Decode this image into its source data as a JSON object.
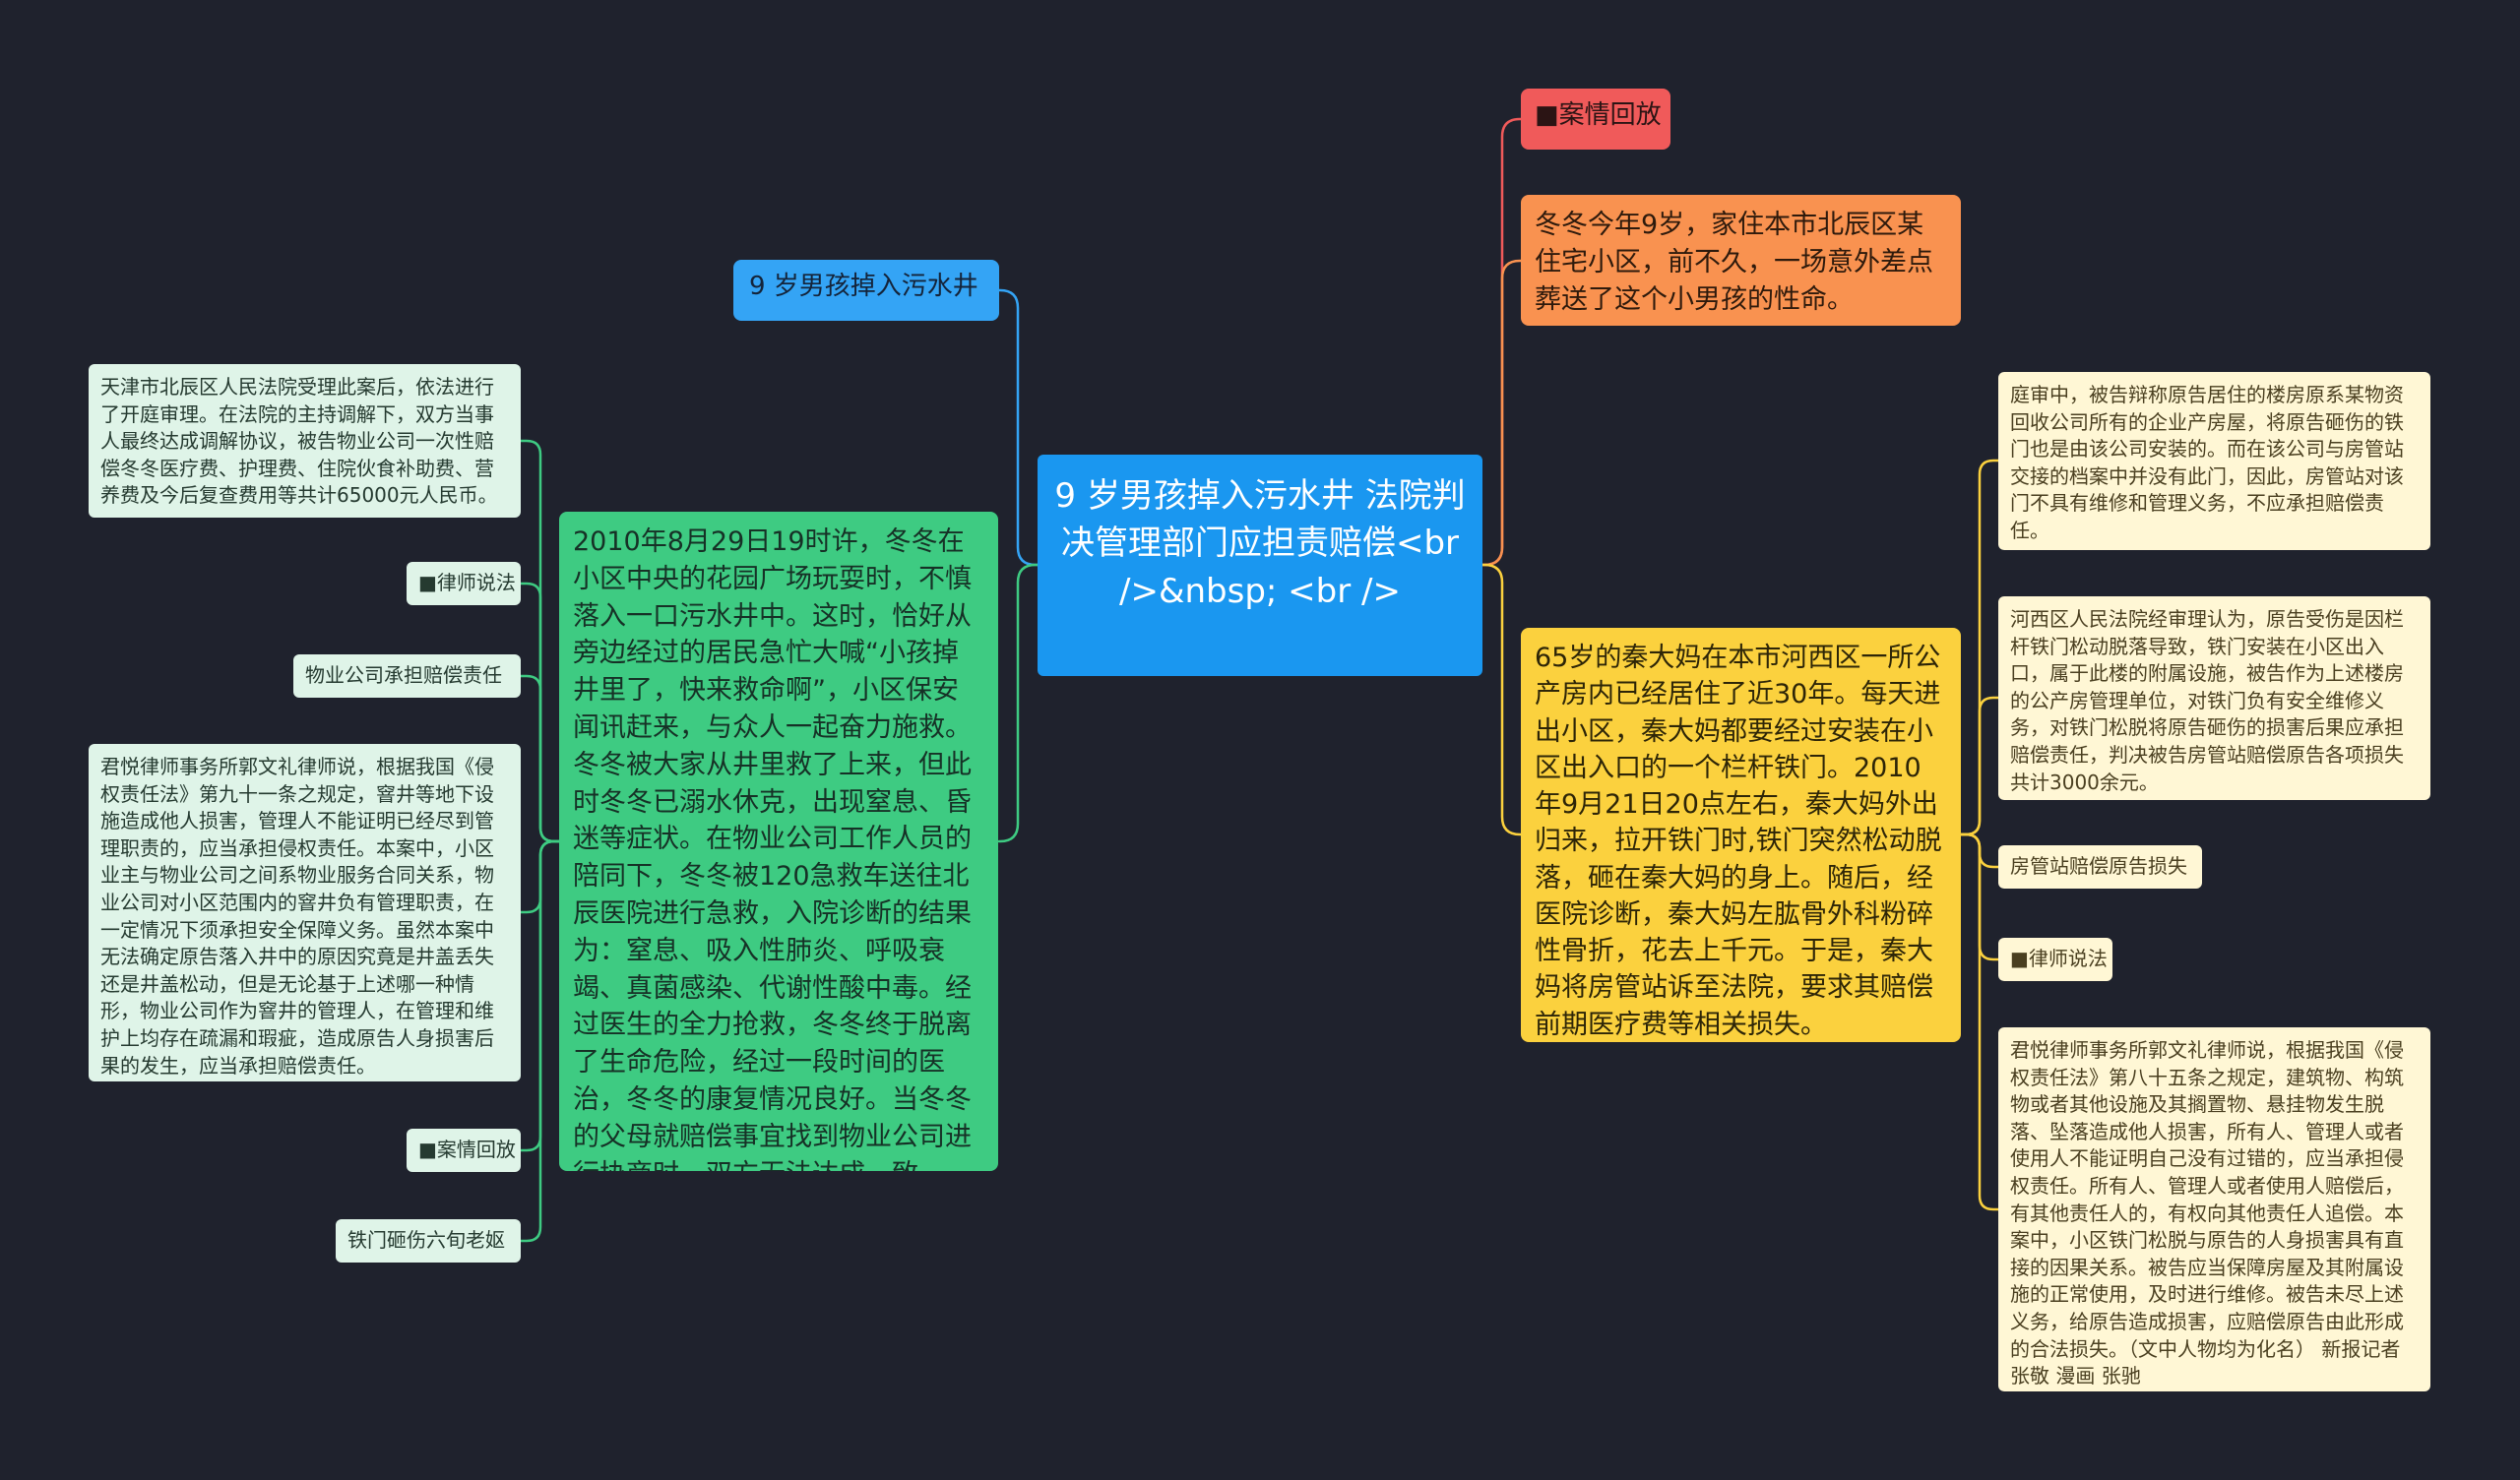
{
  "central": "9 岁男孩掉入污水井 法院判决管理部门应担责赔偿<br />&nbsp; <br />",
  "colors": {
    "background": "#1f222d",
    "central": "#1a97f0",
    "blue": "#34a4f5",
    "green": "#3ecb82",
    "mint": "#dff4e8",
    "red": "#f05a5a",
    "orange": "#f99250",
    "yellow": "#fbd13e",
    "cream": "#fff7d5"
  },
  "left": {
    "topic": "9 岁男孩掉入污水井",
    "story": "2010年8月29日19时许，冬冬在小区中央的花园广场玩耍时，不慎落入一口污水井中。这时，恰好从旁边经过的居民急忙大喊“小孩掉井里了，快来救命啊”，小区保安闻讯赶来，与众人一起奋力施救。冬冬被大家从井里救了上来，但此时冬冬已溺水休克，出现窒息、昏迷等症状。在物业公司工作人员的陪同下，冬冬被120急救车送往北辰医院进行急救，入院诊断的结果为：窒息、吸入性肺炎、呼吸衰竭、真菌感染、代谢性酸中毒。经过医生的全力抢救，冬冬终于脱离了生命危险，经过一段时间的医治，冬冬的康复情况良好。当冬冬的父母就赔偿事宜找到物业公司进行协商时，双方无法达成一致。",
    "court": "天津市北辰区人民法院受理此案后，依法进行了开庭审理。在法院的主持调解下，双方当事人最终达成调解协议，被告物业公司一次性赔偿冬冬医疗费、护理费、住院伙食补助费、营养费及今后复查费用等共计65000元人民币。",
    "lawyer_tag": "■律师说法",
    "liability_tag": "物业公司承担赔偿责任",
    "lawyer_text": "君悦律师事务所郭文礼律师说，根据我国《侵权责任法》第九十一条之规定，窨井等地下设施造成他人损害，管理人不能证明已经尽到管理职责的，应当承担侵权责任。本案中，小区业主与物业公司之间系物业服务合同关系，物业公司对小区范围内的窨井负有管理职责，在一定情况下须承担安全保障义务。虽然本案中无法确定原告落入井中的原因究竟是井盖丢失还是井盖松动，但是无论基于上述哪一种情形，物业公司作为窨井的管理人，在管理和维护上均存在疏漏和瑕疵，造成原告人身损害后果的发生，应当承担赔偿责任。",
    "review_tag": "■案情回放",
    "gate_tag": "铁门砸伤六旬老妪"
  },
  "right": {
    "review_tag": "■案情回放",
    "dongdong": "冬冬今年9岁，家住本市北辰区某住宅小区，前不久，一场意外差点葬送了这个小男孩的性命。",
    "qin": "65岁的秦大妈在本市河西区一所公产房内已经居住了近30年。每天进出小区，秦大妈都要经过安装在小区出入口的一个栏杆铁门。2010年9月21日20点左右，秦大妈外出归来，拉开铁门时,铁门突然松动脱落，砸在秦大妈的身上。随后，经医院诊断，秦大妈左肱骨外科粉碎性骨折，花去上千元。于是，秦大妈将房管站诉至法院，要求其赔偿前期医疗费等相关损失。",
    "defense": "庭审中，被告辩称原告居住的楼房原系某物资回收公司所有的企业产房屋，将原告砸伤的铁门也是由该公司安装的。而在该公司与房管站交接的档案中并没有此门，因此，房管站对该门不具有维修和管理义务，不应承担赔偿责任。",
    "court": "河西区人民法院经审理认为，原告受伤是因栏杆铁门松动脱落导致，铁门安装在小区出入口，属于此楼的附属设施，被告作为上述楼房的公产房管理单位，对铁门负有安全维修义务，对铁门松脱将原告砸伤的损害后果应承担赔偿责任，判决被告房管站赔偿原告各项损失共计3000余元。",
    "compensate_tag": "房管站赔偿原告损失",
    "lawyer_tag": "■律师说法",
    "lawyer_text": "君悦律师事务所郭文礼律师说，根据我国《侵权责任法》第八十五条之规定，建筑物、构筑物或者其他设施及其搁置物、悬挂物发生脱落、坠落造成他人损害，所有人、管理人或者使用人不能证明自己没有过错的，应当承担侵权责任。所有人、管理人或者使用人赔偿后，有其他责任人的，有权向其他责任人追偿。本案中，小区铁门松脱与原告的人身损害具有直接的因果关系。被告应当保障房屋及其附属设施的正常使用，及时进行维修。被告未尽上述义务，给原告造成损害，应赔偿原告由此形成的合法损失。（文中人物均为化名） 新报记者 张敬 漫画 张驰"
  }
}
